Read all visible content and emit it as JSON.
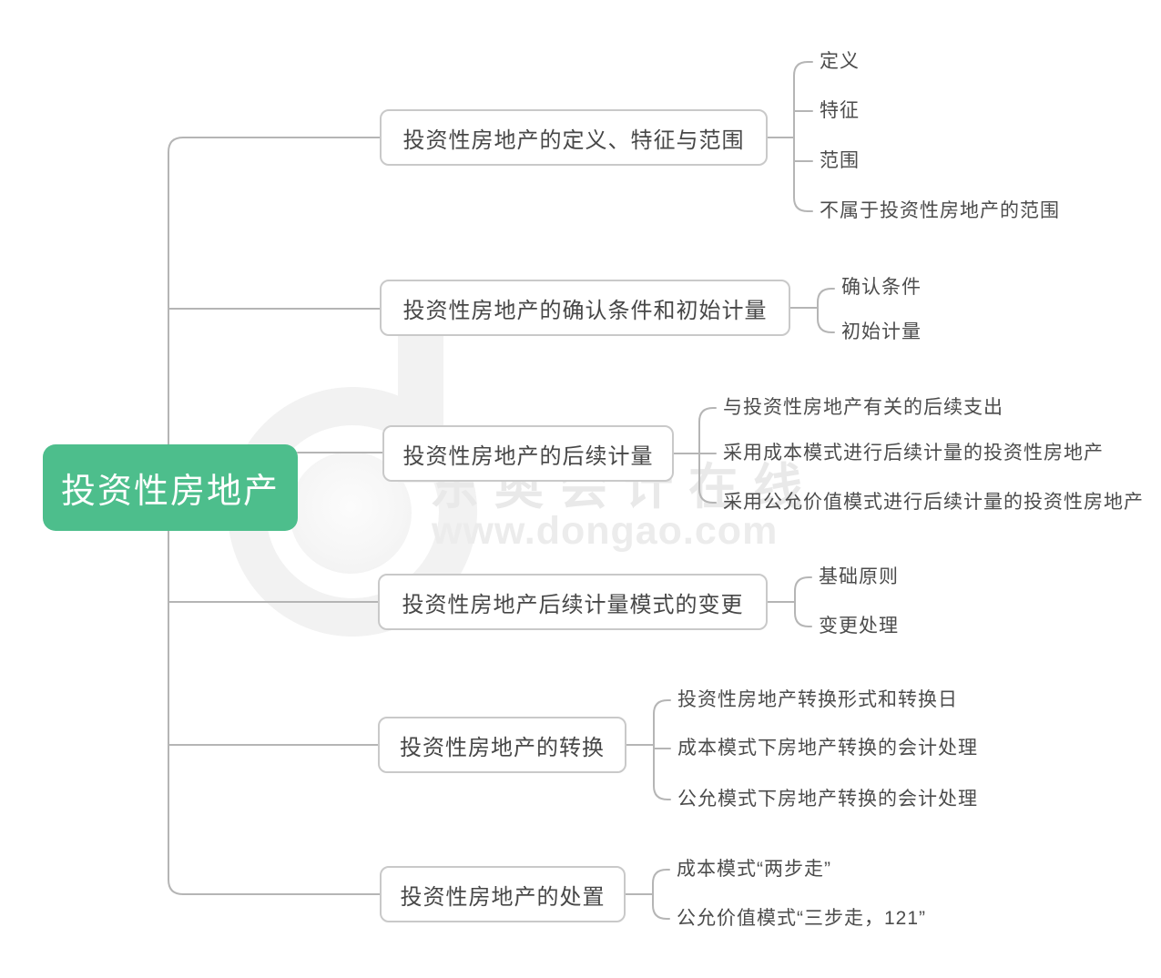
{
  "root": {
    "label": "投资性房地产"
  },
  "branches": [
    {
      "label": "投资性房地产的定义、特征与范围",
      "children": [
        "定义",
        "特征",
        "范围",
        "不属于投资性房地产的范围"
      ]
    },
    {
      "label": "投资性房地产的确认条件和初始计量",
      "children": [
        "确认条件",
        "初始计量"
      ]
    },
    {
      "label": "投资性房地产的后续计量",
      "children": [
        "与投资性房地产有关的后续支出",
        "采用成本模式进行后续计量的投资性房地产",
        "采用公允价值模式进行后续计量的投资性房地产"
      ]
    },
    {
      "label": "投资性房地产后续计量模式的变更",
      "children": [
        "基础原则",
        "变更处理"
      ]
    },
    {
      "label": "投资性房地产的转换",
      "children": [
        "投资性房地产转换形式和转换日",
        "成本模式下房地产转换的会计处理",
        "公允模式下房地产转换的会计处理"
      ]
    },
    {
      "label": "投资性房地产的处置",
      "children": [
        "成本模式“两步走”",
        "公允价值模式“三步走，121”"
      ]
    }
  ],
  "watermark": {
    "brand": "东奥会计在线",
    "url": "www.dongao.com"
  },
  "colors": {
    "root_bg": "#4dbe8c",
    "connector": "#b5b5b5",
    "node_border": "#c9c9c9",
    "node_text": "#474747",
    "watermark_text": "#e9e9e9"
  }
}
